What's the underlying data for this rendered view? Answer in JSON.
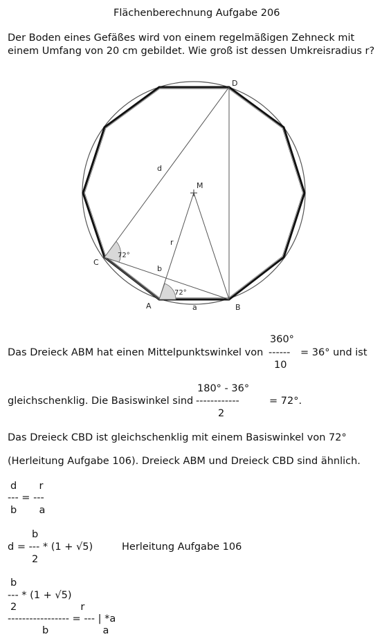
{
  "header": {
    "title": "Flächenberechnung Aufgabe 206"
  },
  "task": {
    "line1": "Der Boden eines Gefäßes wird von einem regelmäßigen Zehneck mit",
    "line2": "einem Umfang von 20 cm gebildet. Wie groß ist dessen Umkreisradius r?"
  },
  "figure": {
    "labels": {
      "D": "D",
      "M": "M",
      "C": "C",
      "A": "A",
      "B": "B",
      "d": "d",
      "r": "r",
      "b": "b",
      "a": "a",
      "angle_c": "72°",
      "angle_a": "72°"
    }
  },
  "text": {
    "para1_pre": "Das Dreieck ABM hat einen Mittelpunktswinkel von",
    "para1_num": "360°",
    "para1_bar": "------",
    "para1_den": "10",
    "para1_post": "= 36° und ist",
    "para2_pre": "gleichschenklig. Die Basiswinkel sind",
    "para2_num": "180° - 36°",
    "para2_bar": "------------",
    "para2_den": "2",
    "para2_post": "= 72°.",
    "para3": "Das Dreieck CBD ist gleichschenklig mit einem Basiswinkel von 72°",
    "para4": "(Herleitung Aufgabe 106). Dreieck ABM und Dreieck CBD sind ähnlich.",
    "eq1_top": "d       r",
    "eq1_mid": "--- = ---",
    "eq1_bot": "b       a",
    "eq2_top": "b",
    "eq2_mid": "d = --- * (1 + √5)",
    "eq2_note": "Herleitung Aufgabe 106",
    "eq2_bot": "2",
    "eq3_l1": "b",
    "eq3_l2": "--- * (1 + √5)",
    "eq3_l3": "2                    r",
    "eq3_l4": "----------------- = --- | *a",
    "eq3_l5": "b                 a"
  }
}
